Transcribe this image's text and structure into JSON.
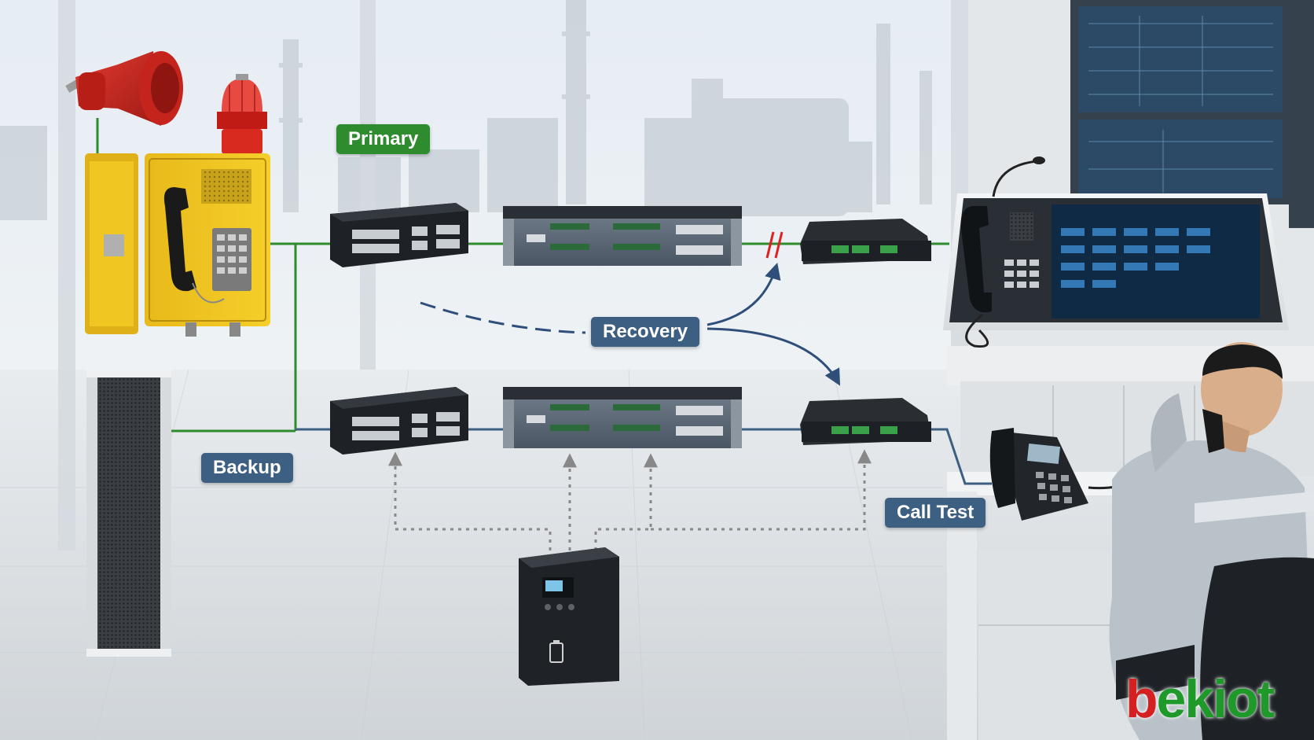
{
  "labels": {
    "primary": "Primary",
    "recovery": "Recovery",
    "backup": "Backup",
    "call_test": "Call Test"
  },
  "logo": {
    "first": "b",
    "rest": "ekiot"
  },
  "colors": {
    "primary_line": "#2e8b2e",
    "backup_line": "#3d5f82",
    "recovery_arrow": "#2f4f7a",
    "break_mark": "#e02020",
    "power_line": "#888888",
    "logo_green": "#1f9a2a",
    "logo_red": "#d42020"
  },
  "devices": [
    {
      "name": "loudspeaker-horn-icon"
    },
    {
      "name": "beacon-light-icon"
    },
    {
      "name": "emergency-telephone-icon"
    },
    {
      "name": "column-speaker-icon"
    },
    {
      "name": "network-switch-icon"
    },
    {
      "name": "rack-gateway-icon"
    },
    {
      "name": "voip-gateway-icon"
    },
    {
      "name": "ups-battery-icon"
    },
    {
      "name": "dispatch-console-icon"
    },
    {
      "name": "desk-phone-icon"
    },
    {
      "name": "operator-icon"
    }
  ]
}
